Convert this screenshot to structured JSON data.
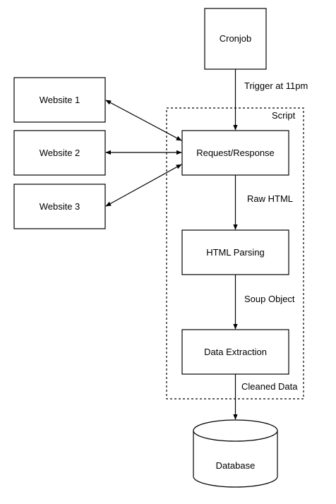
{
  "nodes": {
    "cronjob": "Cronjob",
    "website_1": "Website 1",
    "website_2": "Website 2",
    "website_3": "Website 3",
    "request_response": "Request/Response",
    "html_parsing": "HTML Parsing",
    "data_extraction": "Data Extraction",
    "database": "Database"
  },
  "group": {
    "label": "Script"
  },
  "edges": {
    "trigger": "Trigger at 11pm",
    "raw_html": "Raw HTML",
    "soup_object": "Soup Object",
    "cleaned_data": "Cleaned Data"
  },
  "colors": {
    "stroke": "#000000",
    "background": "#ffffff"
  }
}
